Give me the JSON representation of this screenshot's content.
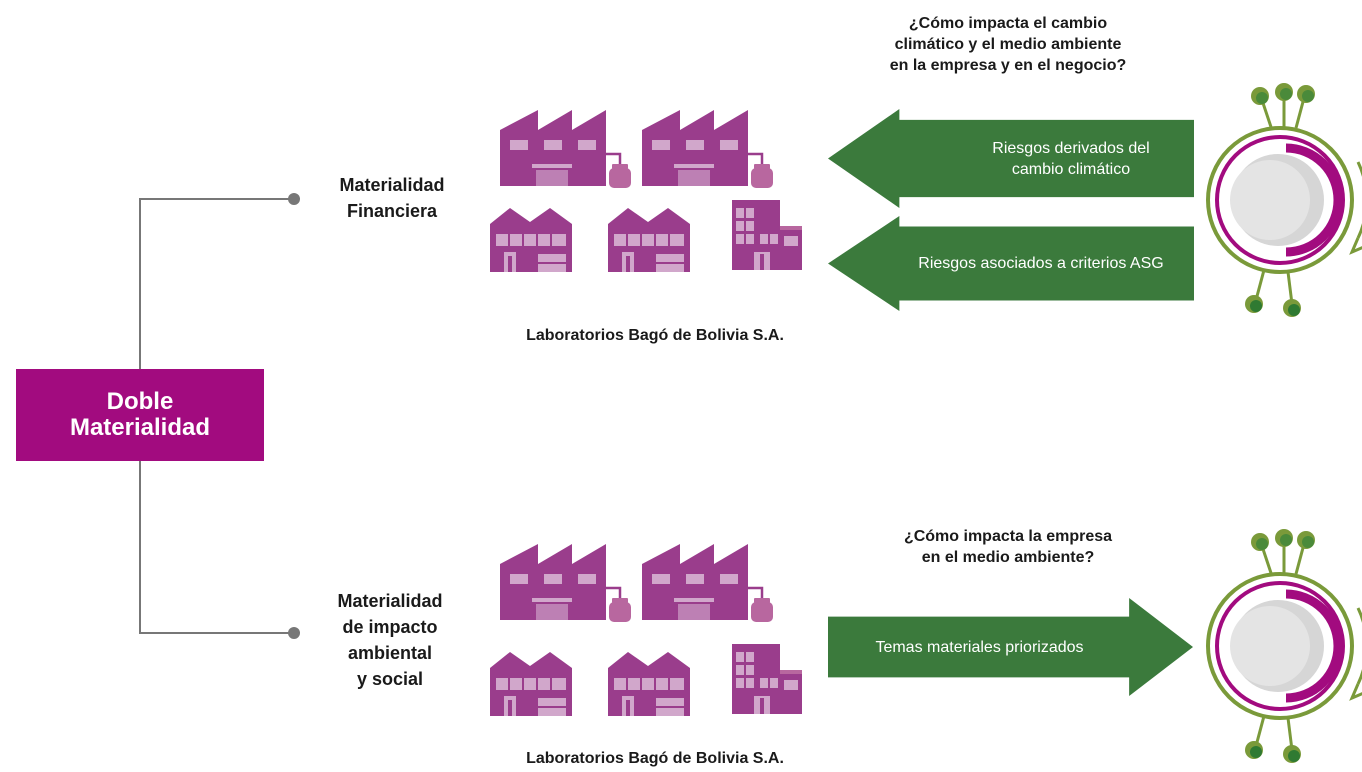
{
  "root": {
    "line1": "Doble",
    "line2": "Materialidad"
  },
  "branches": [
    {
      "label_lines": [
        "Materialidad",
        "Financiera"
      ],
      "question_lines": [
        "¿Cómo impacta el cambio",
        "climático y el medio ambiente",
        "en la empresa y en el negocio?"
      ],
      "company": "Laboratorios Bagó de Bolivia S.A.",
      "arrows": [
        {
          "direction": "left",
          "lines": [
            "Riesgos derivados del",
            "cambio climático"
          ]
        },
        {
          "direction": "left",
          "lines": [
            "Riesgos asociados a criterios ASG"
          ]
        }
      ]
    },
    {
      "label_lines": [
        "Materialidad",
        "de impacto",
        "ambiental",
        "y social"
      ],
      "question_lines": [
        "¿Cómo impacta la empresa",
        "en el medio ambiente?"
      ],
      "company": "Laboratorios Bagó de Bolivia S.A.",
      "arrows": [
        {
          "direction": "right",
          "lines": [
            "Temas materiales priorizados"
          ]
        }
      ]
    }
  ],
  "icons": {
    "factory": "factory-icon",
    "warehouse": "warehouse-icon",
    "office": "office-building-icon",
    "planet": "planet-icon"
  },
  "colors": {
    "magenta": "#a20b7f",
    "building": "#9a3d8c",
    "green": "#3b7a3c",
    "olive": "#7a9a3a",
    "connector": "#777777"
  }
}
